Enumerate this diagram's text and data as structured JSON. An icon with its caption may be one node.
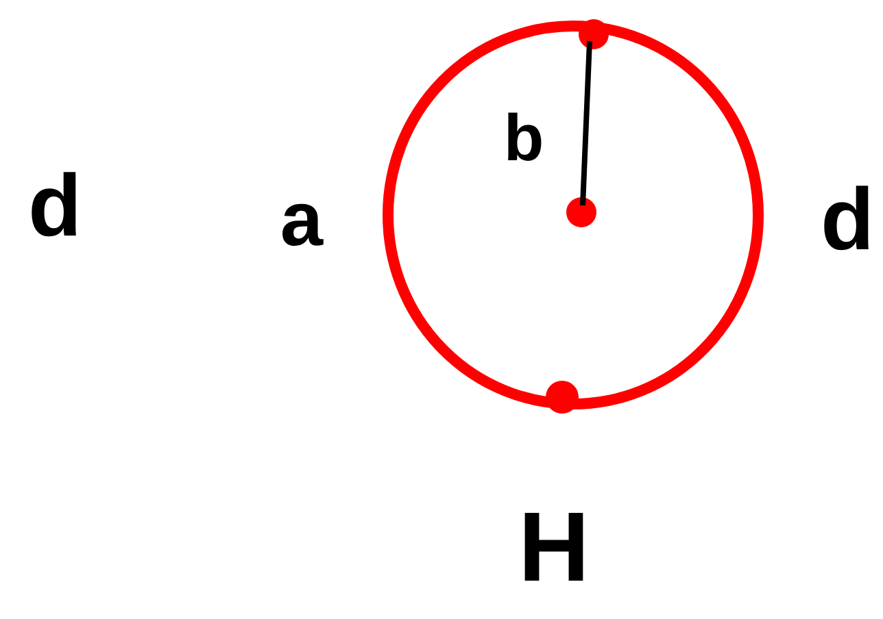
{
  "diagram": {
    "labels": [
      "d",
      "a",
      "b",
      "d",
      "H"
    ]
  }
}
